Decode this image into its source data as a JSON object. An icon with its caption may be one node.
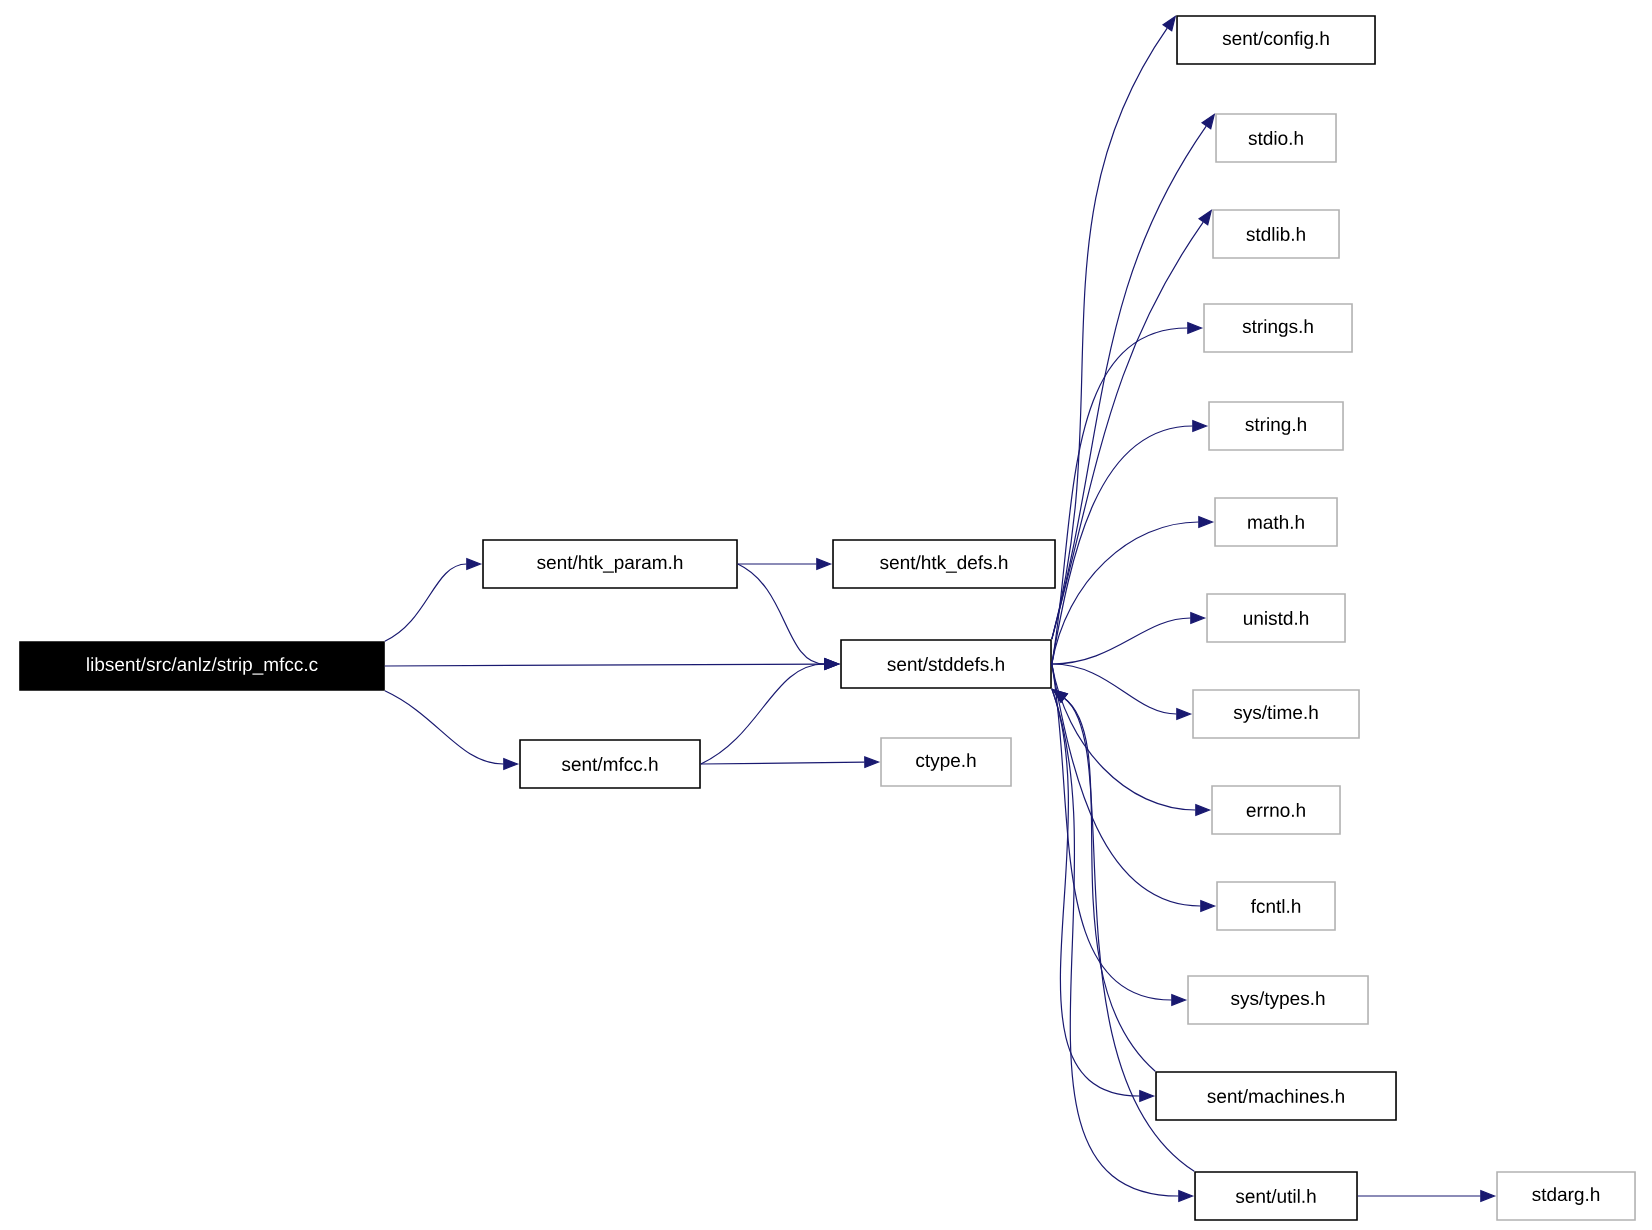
{
  "diagram": {
    "nodes": [
      {
        "text": [
          "libsent/src/anlz/strip_mfcc.c"
        ]
      },
      {
        "text": [
          "sent/htk_param.h"
        ]
      },
      {
        "text": [
          "sent/htk_defs.h"
        ]
      },
      {
        "text": [
          "sent/stddefs.h"
        ]
      },
      {
        "text": [
          "sent/mfcc.h"
        ]
      },
      {
        "text": [
          "ctype.h"
        ]
      },
      {
        "text": [
          "sent/config.h"
        ]
      },
      {
        "text": [
          "stdio.h"
        ]
      },
      {
        "text": [
          "stdlib.h"
        ]
      },
      {
        "text": [
          "strings.h"
        ]
      },
      {
        "text": [
          "string.h"
        ]
      },
      {
        "text": [
          "math.h"
        ]
      },
      {
        "text": [
          "unistd.h"
        ]
      },
      {
        "text": [
          "sys/time.h"
        ]
      },
      {
        "text": [
          "errno.h"
        ]
      },
      {
        "text": [
          "fcntl.h"
        ]
      },
      {
        "text": [
          "sys/types.h"
        ]
      },
      {
        "text": [
          "sent/machines.h"
        ]
      },
      {
        "text": [
          "sent/util.h"
        ]
      },
      {
        "text": [
          "stdarg.h"
        ]
      }
    ],
    "edges": [
      {
        "from": 0,
        "to": 1,
        "arrow": "to"
      },
      {
        "from": 0,
        "to": 3,
        "arrow": "to"
      },
      {
        "from": 0,
        "to": 4,
        "arrow": "to"
      },
      {
        "from": 1,
        "to": 2,
        "arrow": "to"
      },
      {
        "from": 1,
        "to": 3,
        "arrow": "to"
      },
      {
        "from": 4,
        "to": 3,
        "arrow": "to"
      },
      {
        "from": 4,
        "to": 5,
        "arrow": "to"
      },
      {
        "from": 3,
        "to": 6,
        "arrow": "to"
      },
      {
        "from": 3,
        "to": 7,
        "arrow": "to"
      },
      {
        "from": 3,
        "to": 8,
        "arrow": "to"
      },
      {
        "from": 3,
        "to": 9,
        "arrow": "to"
      },
      {
        "from": 3,
        "to": 10,
        "arrow": "to"
      },
      {
        "from": 3,
        "to": 11,
        "arrow": "to"
      },
      {
        "from": 3,
        "to": 12,
        "arrow": "to"
      },
      {
        "from": 3,
        "to": 13,
        "arrow": "to"
      },
      {
        "from": 3,
        "to": 14,
        "arrow": "to"
      },
      {
        "from": 3,
        "to": 15,
        "arrow": "to"
      },
      {
        "from": 3,
        "to": 16,
        "arrow": "to"
      },
      {
        "from": 3,
        "to": 17,
        "arrow": "to"
      },
      {
        "from": 3,
        "to": 18,
        "arrow": "to"
      },
      {
        "from": 17,
        "to": 3,
        "arrow": "to"
      },
      {
        "from": 18,
        "to": 3,
        "arrow": "to"
      },
      {
        "from": 18,
        "to": 19,
        "arrow": "to"
      }
    ]
  }
}
